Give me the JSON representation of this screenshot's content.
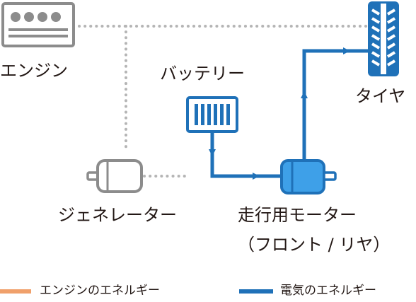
{
  "labels": {
    "engine": "エンジン",
    "battery": "バッテリー",
    "tire": "タイヤ",
    "generator": "ジェネレーター",
    "motor_line1": "走行用モーター",
    "motor_line2": "（フロント / リヤ）"
  },
  "legend": {
    "engine_energy": "エンジンのエネルギー",
    "electric_energy": "電気のエネルギー"
  },
  "colors": {
    "engine_energy": "#f0a06b",
    "electric_energy": "#1f71b8",
    "motor_fill": "#3ea0e8",
    "component_gray": "#8c8c8c",
    "dotted_link": "#b5b5b5"
  }
}
